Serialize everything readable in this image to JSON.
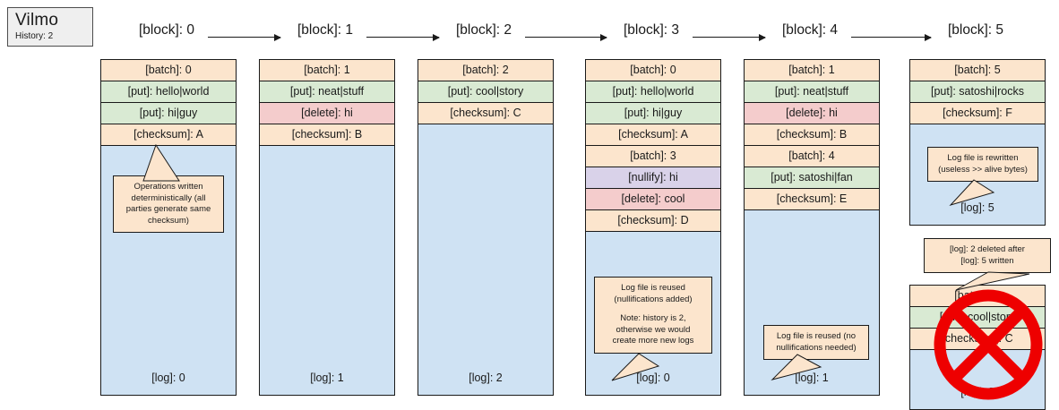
{
  "legend": {
    "title": "Vilmo",
    "history_label": "History: 2"
  },
  "chain": {
    "blocks": [
      {
        "label": "[block]: 0"
      },
      {
        "label": "[block]: 1"
      },
      {
        "label": "[block]: 2"
      },
      {
        "label": "[block]: 3"
      },
      {
        "label": "[block]: 4"
      },
      {
        "label": "[block]: 5"
      }
    ]
  },
  "columns": [
    {
      "name": "log-0",
      "log_label": "[log]: 0",
      "rows": [
        {
          "kind": "batch",
          "text": "[batch]: 0"
        },
        {
          "kind": "put",
          "text": "[put]: hello|world"
        },
        {
          "kind": "put",
          "text": "[put]: hi|guy"
        },
        {
          "kind": "checksum",
          "text": "[checksum]: A"
        }
      ],
      "callout": {
        "lines": [
          "Operations written",
          "deterministically (all",
          "parties generate same",
          "checksum)"
        ]
      }
    },
    {
      "name": "log-1",
      "log_label": "[log]: 1",
      "rows": [
        {
          "kind": "batch",
          "text": "[batch]: 1"
        },
        {
          "kind": "put",
          "text": "[put]: neat|stuff"
        },
        {
          "kind": "delete",
          "text": "[delete]: hi"
        },
        {
          "kind": "checksum",
          "text": "[checksum]: B"
        }
      ],
      "callout": null
    },
    {
      "name": "log-2",
      "log_label": "[log]: 2",
      "rows": [
        {
          "kind": "batch",
          "text": "[batch]: 2"
        },
        {
          "kind": "put",
          "text": "[put]: cool|story"
        },
        {
          "kind": "checksum",
          "text": "[checksum]: C"
        }
      ],
      "callout": null
    },
    {
      "name": "log-0-reused",
      "log_label": "[log]: 0",
      "rows": [
        {
          "kind": "batch",
          "text": "[batch]: 0"
        },
        {
          "kind": "put",
          "text": "[put]: hello|world"
        },
        {
          "kind": "put",
          "text": "[put]: hi|guy"
        },
        {
          "kind": "checksum",
          "text": "[checksum]: A"
        },
        {
          "kind": "batch",
          "text": "[batch]: 3"
        },
        {
          "kind": "nullify",
          "text": "[nullify]: hi"
        },
        {
          "kind": "delete",
          "text": "[delete]: cool"
        },
        {
          "kind": "checksum",
          "text": "[checksum]: D"
        }
      ],
      "callout": {
        "lines": [
          "Log file is reused",
          "(nullifications added)",
          "",
          "Note: history is 2,",
          "otherwise we would",
          "create more new logs"
        ]
      }
    },
    {
      "name": "log-1-reused",
      "log_label": "[log]: 1",
      "rows": [
        {
          "kind": "batch",
          "text": "[batch]: 1"
        },
        {
          "kind": "put",
          "text": "[put]: neat|stuff"
        },
        {
          "kind": "delete",
          "text": "[delete]: hi"
        },
        {
          "kind": "checksum",
          "text": "[checksum]: B"
        },
        {
          "kind": "batch",
          "text": "[batch]: 4"
        },
        {
          "kind": "put",
          "text": "[put]: satoshi|fan"
        },
        {
          "kind": "checksum",
          "text": "[checksum]: E"
        }
      ],
      "callout": {
        "lines": [
          "Log file is reused (no",
          "nullifications needed)"
        ]
      }
    },
    {
      "name": "log-5",
      "log_label": "[log]: 5",
      "rows": [
        {
          "kind": "batch",
          "text": "[batch]: 5"
        },
        {
          "kind": "put",
          "text": "[put]: satoshi|rocks"
        },
        {
          "kind": "checksum",
          "text": "[checksum]: F"
        }
      ],
      "callout": {
        "lines": [
          "Log file is rewritten",
          "(useless >> alive bytes)"
        ]
      }
    }
  ],
  "deleted_column": {
    "name": "log-2-deleted",
    "log_label": "[log]: 2",
    "rows": [
      {
        "kind": "batch",
        "text": "[batch]: 2"
      },
      {
        "kind": "put",
        "text": "[put]: cool|story"
      },
      {
        "kind": "checksum",
        "text": "[checksum]: C"
      }
    ],
    "callout": {
      "lines": [
        "[log]: 2 deleted after",
        "[log]: 5 written"
      ]
    },
    "marker": "deleted-circle-slash-icon"
  },
  "colors": {
    "batch": "#fce5cd",
    "put": "#d9ead3",
    "delete": "#f4cccc",
    "nullify": "#d9d2e9",
    "log_body": "#cfe2f3",
    "callout": "#fce5cd",
    "stroke": "#1a1a1a",
    "deleted_marker": "#ee0000",
    "legend_bg": "#efefef"
  }
}
